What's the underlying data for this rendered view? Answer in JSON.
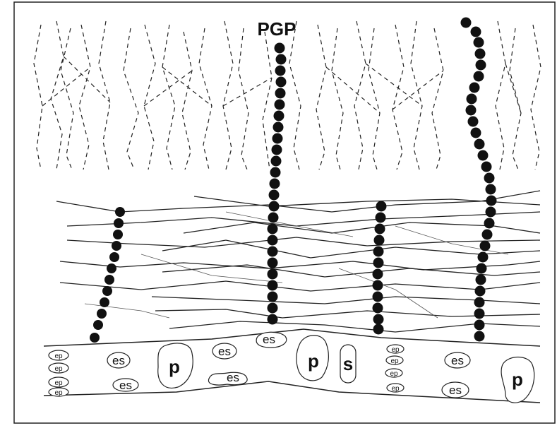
{
  "diagram": {
    "top_label": "PGP",
    "cells": {
      "es": "es",
      "p": "p",
      "s": "s",
      "ep": "ep"
    }
  }
}
